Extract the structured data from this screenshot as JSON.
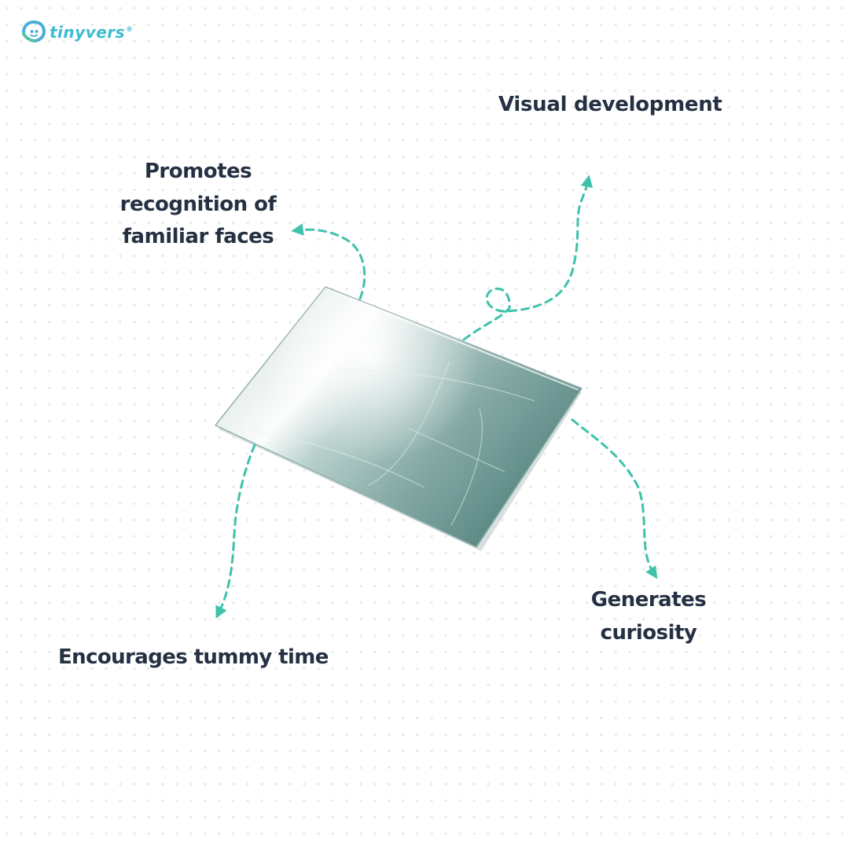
{
  "brand": {
    "name": "tinyvers",
    "registered_mark": "®",
    "logo_icon": "tinyvers-logo-icon",
    "color": "#3cbcd0"
  },
  "product": {
    "image": "baby-safe-mirror-photo",
    "icon": "mirror-icon"
  },
  "callouts": {
    "visual_development": "Visual development",
    "familiar_faces": "Promotes\nrecognition of\nfamiliar faces",
    "tummy_time": "Encourages tummy time",
    "curiosity": "Generates\ncuriosity"
  },
  "colors": {
    "text": "#253143",
    "arrow": "#3ec2aa",
    "background": "#ffffff",
    "dots": "#e7e9ec",
    "mirror_light": "#f4f7f6",
    "mirror_dark": "#5d8a86"
  }
}
